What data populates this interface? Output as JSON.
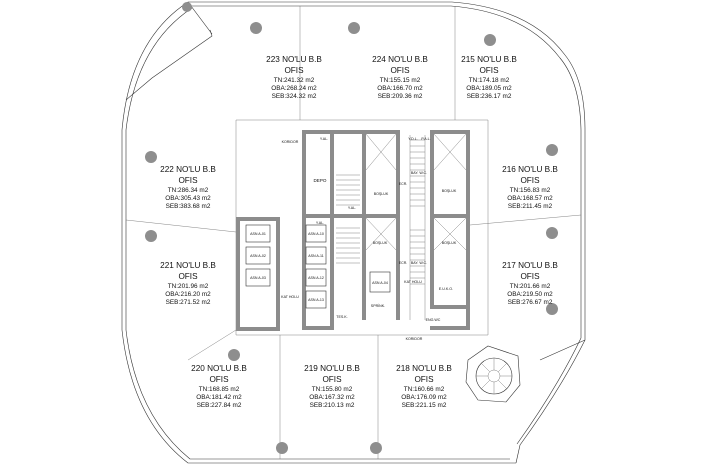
{
  "units": [
    {
      "id": "223",
      "name": "223 NO'LU B.B",
      "use": "OFIS",
      "tn": "TN:241.32 m2",
      "oba": "OBA:268.24 m2",
      "seb": "SEB:324.32 m2"
    },
    {
      "id": "224",
      "name": "224 NO'LU B.B",
      "use": "OFIS",
      "tn": "TN:155.15 m2",
      "oba": "OBA:166.70 m2",
      "seb": "SEB:209.36 m2"
    },
    {
      "id": "215",
      "name": "215 NO'LU B.B",
      "use": "OFIS",
      "tn": "TN:174.18 m2",
      "oba": "OBA:189.05 m2",
      "seb": "SEB:236.17 m2"
    },
    {
      "id": "222",
      "name": "222 NO'LU B.B",
      "use": "OFIS",
      "tn": "TN:286.34 m2",
      "oba": "OBA:305.43 m2",
      "seb": "SEB:383.68 m2"
    },
    {
      "id": "216",
      "name": "216 NO'LU B.B",
      "use": "OFIS",
      "tn": "TN:156.83 m2",
      "oba": "OBA:168.57 m2",
      "seb": "SEB:211.45 m2"
    },
    {
      "id": "221",
      "name": "221 NO'LU B.B",
      "use": "OFIS",
      "tn": "TN:201.96 m2",
      "oba": "OBA:216.20 m2",
      "seb": "SEB:271.52 m2"
    },
    {
      "id": "217",
      "name": "217 NO'LU B.B",
      "use": "OFIS",
      "tn": "TN:201.66 m2",
      "oba": "OBA:219.50 m2",
      "seb": "SEB:276.67 m2"
    },
    {
      "id": "220",
      "name": "220 NO'LU B.B",
      "use": "OFIS",
      "tn": "TN:168.85 m2",
      "oba": "OBA:181.42 m2",
      "seb": "SEB:227.84 m2"
    },
    {
      "id": "219",
      "name": "219 NO'LU B.B",
      "use": "OFIS",
      "tn": "TN:155.80 m2",
      "oba": "OBA:167.32 m2",
      "seb": "SEB:210.13 m2"
    },
    {
      "id": "218",
      "name": "218 NO'LU B.B",
      "use": "OFIS",
      "tn": "TN:160.66 m2",
      "oba": "OBA:176.09 m2",
      "seb": "SEB:221.15 m2"
    }
  ],
  "core_labels": {
    "koridor_top": "KORIDOR",
    "koridor_bottom": "KORIDOR",
    "depo": "DEPO",
    "bosluk_1": "BOŞLUK",
    "bosluk_2": "BOŞLUK",
    "bosluk_3": "BOŞLUK",
    "bosluk_4": "BOŞLUK",
    "yal_1": "Y.AL.",
    "yal_2": "Y.AL.",
    "yal_3": "Y.AL.",
    "ecr_1": "ECR.",
    "ecr_2": "ECR.",
    "bay_wc": "BAY. W.C.",
    "bay_wc_2": "BAY. W.C.",
    "ydl": "Y.D.L.",
    "pal": "P.A.L.",
    "kat_holu_1": "KAT HOLU",
    "kat_holu_2": "KAT HOLU",
    "euk": "E.U.K.O.",
    "engelli": "ENG.WC",
    "sprink": "SPRİNK.",
    "tesisat": "TES.K.",
    "lifts": [
      "ASN A-01",
      "ASN A-02",
      "ASN A-03",
      "ASN A-10",
      "ASN A-11",
      "ASN A-12",
      "ASN A-13",
      "ASN A-04"
    ]
  }
}
